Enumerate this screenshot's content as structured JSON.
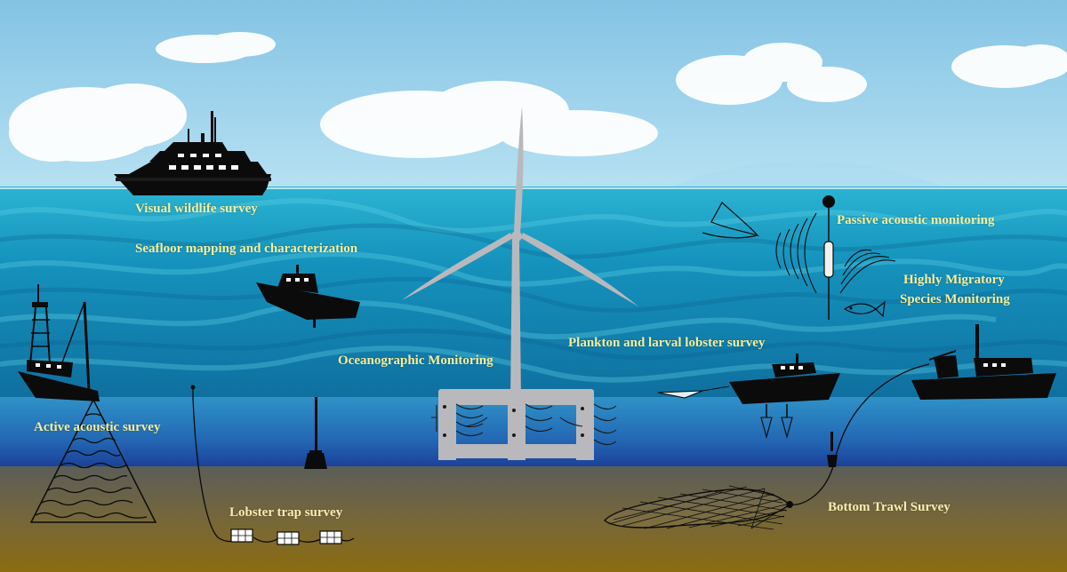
{
  "labels": {
    "visual_wildlife": "Visual wildlife survey",
    "seafloor_mapping": "Seafloor mapping and characterization",
    "passive_acoustic": "Passive acoustic monitoring",
    "highly_migratory_1": "Highly Migratory",
    "highly_migratory_2": "Species Monitoring",
    "plankton": "Plankton and larval lobster survey",
    "oceanographic": "Oceanographic Monitoring",
    "active_acoustic": "Active acoustic survey",
    "lobster_trap": "Lobster trap survey",
    "bottom_trawl": "Bottom Trawl Survey"
  },
  "colors": {
    "sky_top": "#8ec9e6",
    "sea_surface": "#1a9cc0",
    "sea_deep": "#0d5a8a",
    "deep_band": "#1d4f9c",
    "seafloor_top": "#6b6a52",
    "seafloor_bottom": "#8a6f18",
    "silhouette": "#0b0b0b",
    "turbine": "#b9b9bd",
    "label": "#f4ee9c"
  }
}
